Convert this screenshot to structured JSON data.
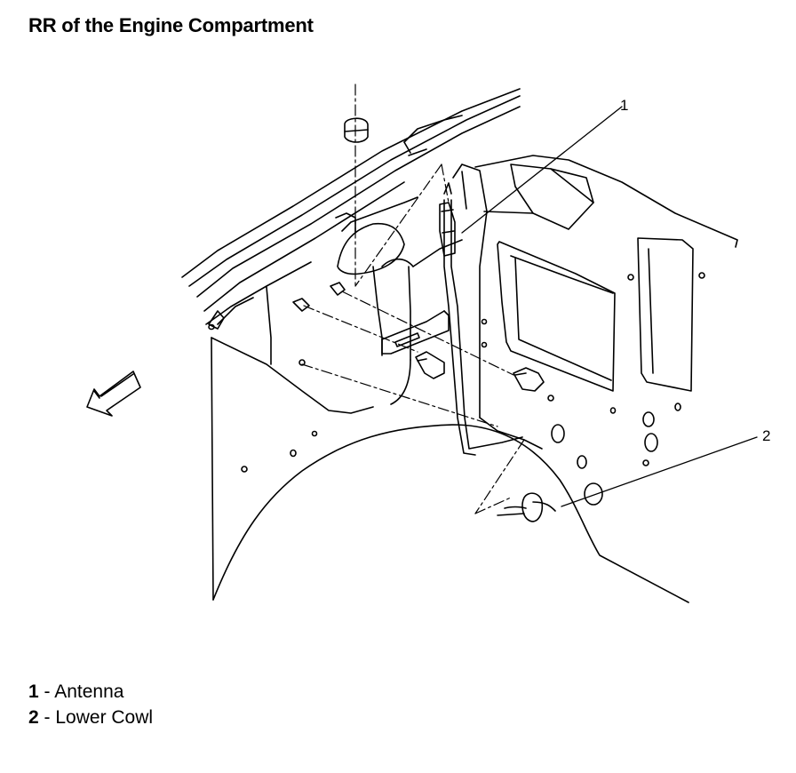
{
  "title": "RR of the Engine Compartment",
  "callouts": [
    {
      "number": "1",
      "label": "Antenna"
    },
    {
      "number": "2",
      "label": "Lower Cowl"
    }
  ],
  "legend_separator": " - "
}
